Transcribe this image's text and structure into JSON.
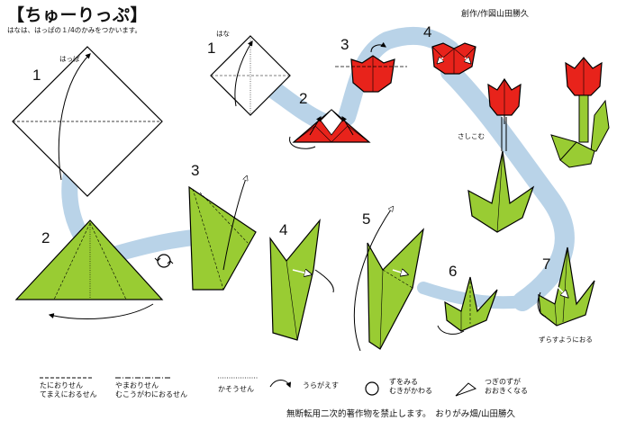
{
  "title": "【ちゅーりっぷ】",
  "subtitle": "はなは、はっぱの１/4のかみをつかいます。",
  "credit": "創作/作図山田勝久",
  "flower_sequence": {
    "step1": "1",
    "step1_label": "はな",
    "step2": "2",
    "step3": "3",
    "step4": "4",
    "insert_label": "さしこむ"
  },
  "leaf_sequence": {
    "step1": "1",
    "step1_label": "はっぱ",
    "step2": "2",
    "step3": "3",
    "step4": "4",
    "step5": "5",
    "step6": "6",
    "step7": "7",
    "step7_label": "ずらすようにおる"
  },
  "legend": {
    "valley_fold": "たにおりせん\nてまえにおるせん",
    "mountain_fold": "やまおりせん\nむこうがわにおるせん",
    "crease": "かそうせん",
    "turn_over": "うらがえす",
    "rotate": "ずをみる\nむきがかわる",
    "enlarge": "つぎのずが\nおおきくなる"
  },
  "copyright": "無断転用二次的著作物を禁止します。　おりがみ畑/山田勝久",
  "colors": {
    "flower_red": "#e8231b",
    "leaf_green": "#99cc33",
    "path_blue": "#b9d3e8",
    "stem_green": "#8fc43a"
  }
}
